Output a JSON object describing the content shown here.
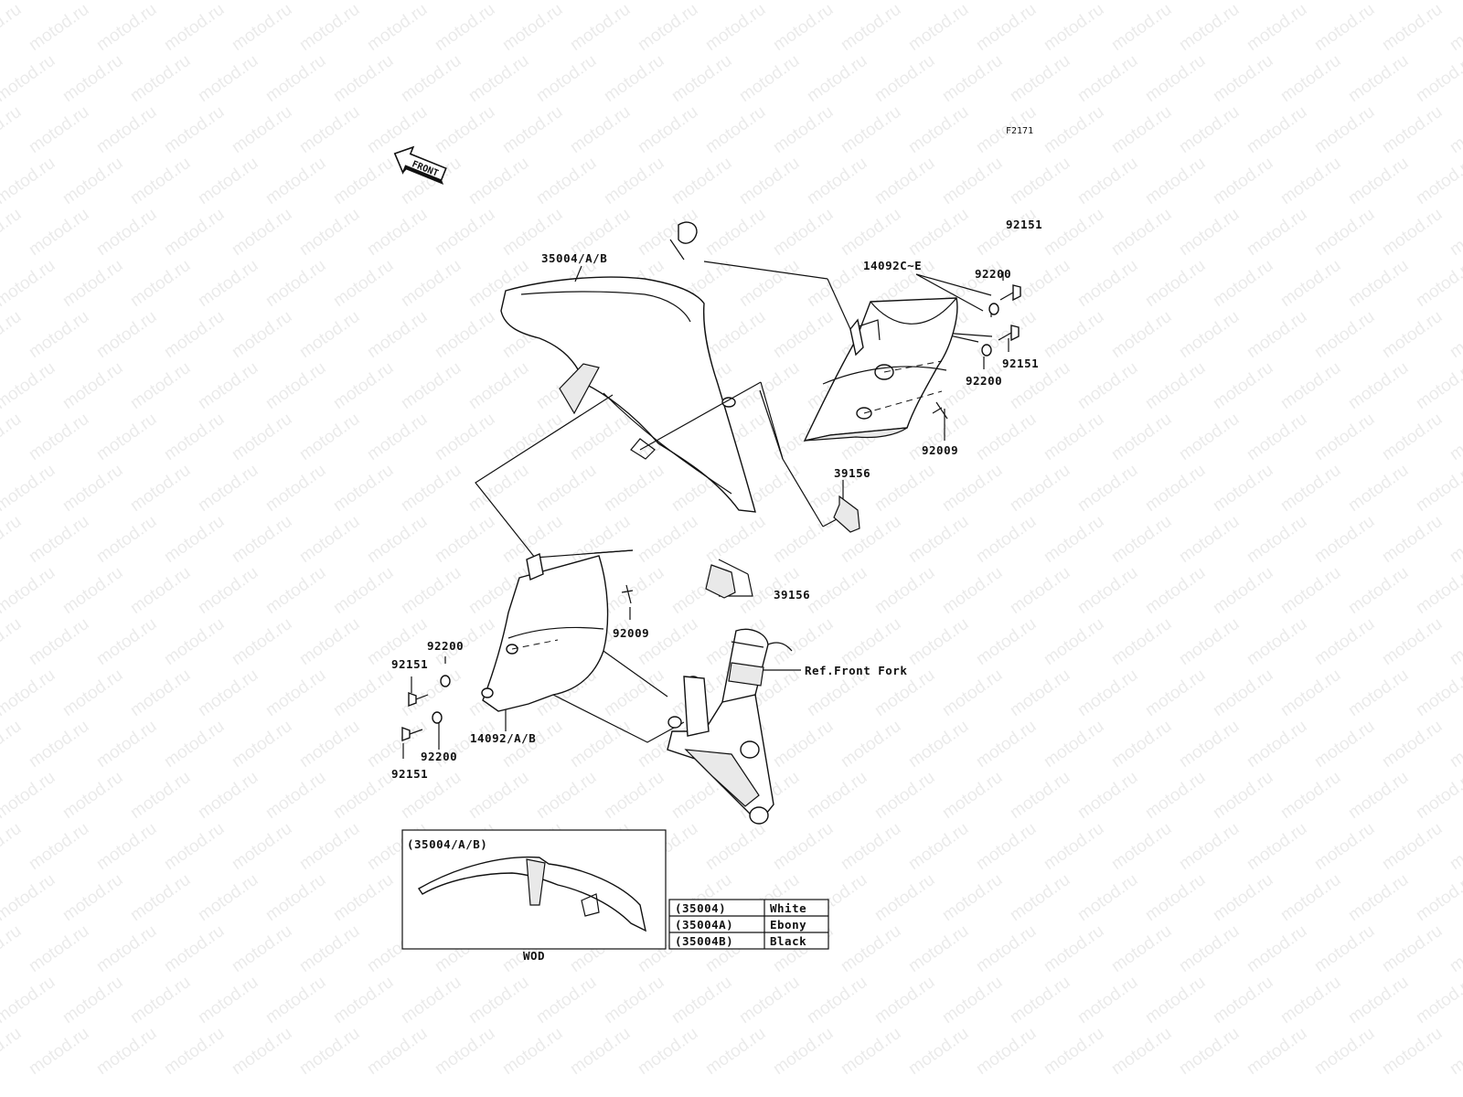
{
  "watermark": "motod.ru",
  "figure_code": "F2171",
  "front_arrow_label": "FRONT",
  "callouts": {
    "fender": "35004/A/B",
    "inner_cover_right": "14092C~E",
    "washer_r_top": "92200",
    "bolt_r_top": "92151",
    "bolt_r_mid": "92151",
    "washer_r_mid": "92200",
    "screw_r": "92009",
    "pad_r": "39156",
    "pad_l": "39156",
    "screw_l": "92009",
    "front_fork_ref": "Ref.Front Fork",
    "washer_l_top": "92200",
    "bolt_l_top": "92151",
    "inner_cover_left": "14092/A/B",
    "washer_l_bottom": "92200",
    "bolt_l_bottom": "92151"
  },
  "inset": {
    "title": "(35004/A/B)",
    "caption": "WOD"
  },
  "color_table": [
    {
      "part": "(35004)",
      "color": "White"
    },
    {
      "part": "(35004A)",
      "color": "Ebony"
    },
    {
      "part": "(35004B)",
      "color": "Black"
    }
  ]
}
